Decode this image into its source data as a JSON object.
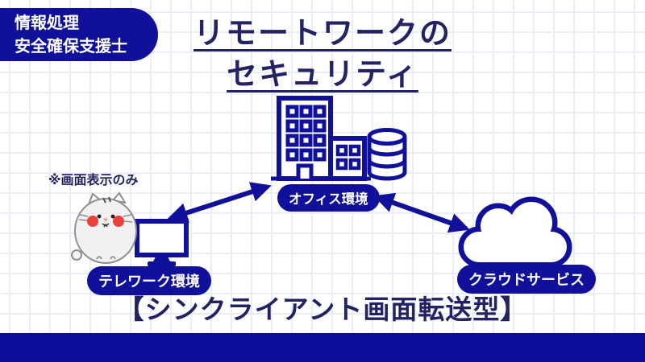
{
  "badge": {
    "line1": "情報処理",
    "line2": "安全確保支援士"
  },
  "title": {
    "line1": "リモートワークの",
    "line2": "セキュリティ"
  },
  "diagram": {
    "note": "※画面表示のみ",
    "nodes": [
      {
        "id": "office",
        "label": "オフィス環境",
        "icons": [
          "office-building-icon",
          "database-icon"
        ]
      },
      {
        "id": "telework",
        "label": "テレワーク環境",
        "icons": [
          "monitor-icon",
          "cat-character"
        ]
      },
      {
        "id": "cloud",
        "label": "クラウドサービス",
        "icons": [
          "cloud-icon"
        ]
      }
    ],
    "edges": [
      {
        "from": "telework",
        "to": "office",
        "type": "double-arrow"
      },
      {
        "from": "office",
        "to": "cloud",
        "type": "double-arrow"
      }
    ],
    "office_label": "オフィス環境",
    "telework_label": "テレワーク環境",
    "cloud_label": "クラウドサービス"
  },
  "caption": "【シンクライアント画面転送型】",
  "colors": {
    "navy_shape": "#10109a",
    "navy_bar": "#0d0d99",
    "text_navy": "#232363",
    "grid_line": "#e9eef6",
    "background": "#ffffff",
    "cheek_red": "#e8413c",
    "cat_gray": "#8f8f8f"
  }
}
